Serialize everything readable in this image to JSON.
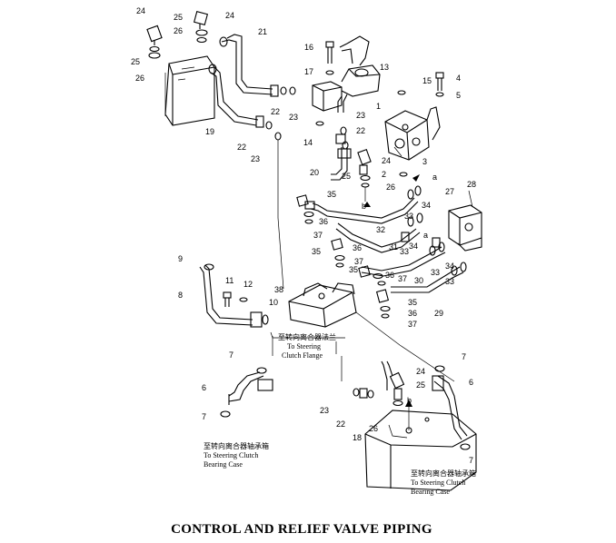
{
  "title": "CONTROL AND RELIEF VALVE PIPING",
  "notes": {
    "clutch_flange_cn": "至转向离合器法兰",
    "clutch_flange_en1": "To Steering",
    "clutch_flange_en2": "Clutch Flange",
    "bearing_left_cn": "至转向离合器轴承箱",
    "bearing_left_en1": "To Steering Clutch",
    "bearing_left_en2": "Bearing Case",
    "bearing_right_cn": "至转向离合器轴承箱",
    "bearing_right_en1": "To Steering Clutch",
    "bearing_right_en2": "Bearing Case"
  },
  "callouts": [
    {
      "id": "c-24a",
      "text": "24"
    },
    {
      "id": "c-25a",
      "text": "25"
    },
    {
      "id": "c-24b",
      "text": "24"
    },
    {
      "id": "c-26a",
      "text": "26"
    },
    {
      "id": "c-21",
      "text": "21"
    },
    {
      "id": "c-25b",
      "text": "25"
    },
    {
      "id": "c-26b",
      "text": "26"
    },
    {
      "id": "c-16",
      "text": "16"
    },
    {
      "id": "c-17",
      "text": "17"
    },
    {
      "id": "c-13",
      "text": "13"
    },
    {
      "id": "c-15",
      "text": "15"
    },
    {
      "id": "c-4",
      "text": "4"
    },
    {
      "id": "c-5",
      "text": "5"
    },
    {
      "id": "c-22a",
      "text": "22"
    },
    {
      "id": "c-23a",
      "text": "23"
    },
    {
      "id": "c-1",
      "text": "1"
    },
    {
      "id": "c-19",
      "text": "19"
    },
    {
      "id": "c-23b",
      "text": "23"
    },
    {
      "id": "c-22b",
      "text": "22"
    },
    {
      "id": "c-14",
      "text": "14"
    },
    {
      "id": "c-22c",
      "text": "22"
    },
    {
      "id": "c-23c",
      "text": "23"
    },
    {
      "id": "c-24c",
      "text": "24"
    },
    {
      "id": "c-20",
      "text": "20"
    },
    {
      "id": "c-25c",
      "text": "25"
    },
    {
      "id": "c-2",
      "text": "2"
    },
    {
      "id": "c-3",
      "text": "3"
    },
    {
      "id": "c-a1",
      "text": "a"
    },
    {
      "id": "c-26c",
      "text": "26"
    },
    {
      "id": "c-b1",
      "text": "b"
    },
    {
      "id": "c-35a",
      "text": "35"
    },
    {
      "id": "c-34a",
      "text": "34"
    },
    {
      "id": "c-27",
      "text": "27"
    },
    {
      "id": "c-28",
      "text": "28"
    },
    {
      "id": "c-33a",
      "text": "33"
    },
    {
      "id": "c-36a",
      "text": "36"
    },
    {
      "id": "c-37a",
      "text": "37"
    },
    {
      "id": "c-32",
      "text": "32"
    },
    {
      "id": "c-a2",
      "text": "a"
    },
    {
      "id": "c-34b",
      "text": "34"
    },
    {
      "id": "c-33b",
      "text": "33"
    },
    {
      "id": "c-36b",
      "text": "36"
    },
    {
      "id": "c-35b",
      "text": "35"
    },
    {
      "id": "c-31",
      "text": "31"
    },
    {
      "id": "c-37b",
      "text": "37"
    },
    {
      "id": "c-9",
      "text": "9"
    },
    {
      "id": "c-35c",
      "text": "35"
    },
    {
      "id": "c-36c",
      "text": "36"
    },
    {
      "id": "c-37c",
      "text": "37"
    },
    {
      "id": "c-30",
      "text": "30"
    },
    {
      "id": "c-33c",
      "text": "33"
    },
    {
      "id": "c-34c",
      "text": "34"
    },
    {
      "id": "c-33d",
      "text": "33"
    },
    {
      "id": "c-11",
      "text": "11"
    },
    {
      "id": "c-12",
      "text": "12"
    },
    {
      "id": "c-8",
      "text": "8"
    },
    {
      "id": "c-38",
      "text": "38"
    },
    {
      "id": "c-10",
      "text": "10"
    },
    {
      "id": "c-35d",
      "text": "35"
    },
    {
      "id": "c-36d",
      "text": "36"
    },
    {
      "id": "c-37d",
      "text": "37"
    },
    {
      "id": "c-29",
      "text": "29"
    },
    {
      "id": "c-7a",
      "text": "7"
    },
    {
      "id": "c-7b",
      "text": "7"
    },
    {
      "id": "c-6a",
      "text": "6"
    },
    {
      "id": "c-6b",
      "text": "6"
    },
    {
      "id": "c-7c",
      "text": "7"
    },
    {
      "id": "c-24d",
      "text": "24"
    },
    {
      "id": "c-25d",
      "text": "25"
    },
    {
      "id": "c-23d",
      "text": "23"
    },
    {
      "id": "c-b2",
      "text": "b"
    },
    {
      "id": "c-22d",
      "text": "22"
    },
    {
      "id": "c-26d",
      "text": "26"
    },
    {
      "id": "c-18",
      "text": "18"
    },
    {
      "id": "c-7d",
      "text": "7"
    }
  ]
}
